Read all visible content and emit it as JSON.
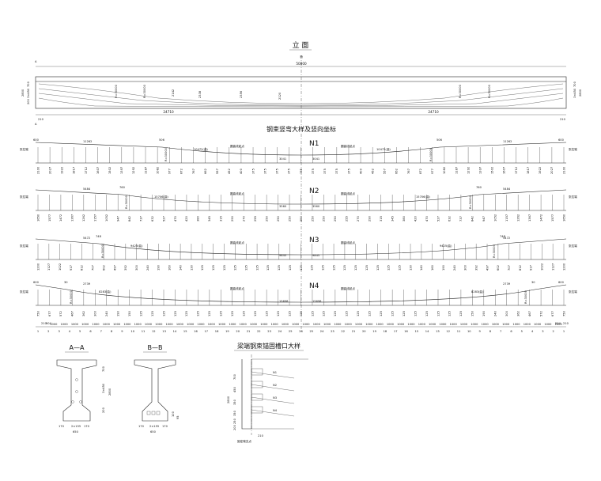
{
  "elevation": {
    "title": "立 面",
    "section_mark": "A",
    "centerline": "桥",
    "total_span": "50000",
    "half_left": "24710",
    "half_right": "24710",
    "end_left": "210",
    "end_right": "210",
    "height_left": "2800",
    "height_right": "2800",
    "left_dims": [
      "700",
      "3×450",
      "200",
      "750"
    ],
    "tendon_radii": [
      "R=30000",
      "R=30000",
      "R=30000",
      "R=30000"
    ],
    "mid_values": [
      "2142",
      "2338",
      "2356",
      "2120"
    ]
  },
  "tendons_title": "钢束竖弯大样及竖向坐标",
  "tendons": [
    {
      "name": "N1",
      "end_label": "张拉端",
      "straight_len": "11262",
      "curve_len": "10472(曲)",
      "mid_len": "3041",
      "tangent": "506",
      "radius": "R=30000",
      "y0": "600",
      "note": "圆曲线起点",
      "ordinates": [
        "2100",
        "2027",
        "1922",
        "1817",
        "1712",
        "1607",
        "1502",
        "1397",
        "1292",
        "1187",
        "1082",
        "977",
        "872",
        "767",
        "662",
        "557",
        "452",
        "400",
        "375",
        "375",
        "375",
        "375",
        "375",
        "375",
        "375",
        "375",
        "375",
        "400",
        "452",
        "557",
        "662",
        "767",
        "872",
        "977",
        "1082",
        "1187",
        "1292",
        "1397",
        "1502",
        "1607",
        "1712",
        "1817",
        "1922",
        "2027",
        "2100"
      ]
    },
    {
      "name": "N2",
      "end_label": "张拉端",
      "straight_len": "5484",
      "curve_len": "15706(曲)",
      "mid_len": "3560",
      "tangent": "760",
      "radius": "R=30000",
      "y0": "",
      "note": "圆曲线起点",
      "ordinates": [
        "1650",
        "1577",
        "1472",
        "1367",
        "1262",
        "1157",
        "1052",
        "947",
        "842",
        "737",
        "632",
        "527",
        "470",
        "420",
        "380",
        "345",
        "315",
        "290",
        "270",
        "255",
        "250",
        "250",
        "250",
        "250",
        "250",
        "250",
        "250",
        "255",
        "270",
        "290",
        "315",
        "345",
        "380",
        "420",
        "470",
        "527",
        "632",
        "737",
        "842",
        "947",
        "1052",
        "1157",
        "1262",
        "1367",
        "1472",
        "1577",
        "1650"
      ]
    },
    {
      "name": "N3",
      "end_label": "张拉端",
      "straight_len": "5472",
      "curve_len": "9425(曲)",
      "mid_len": "9845",
      "tangent": "748",
      "radius": "R=30000",
      "y0": "",
      "note": "圆曲线起点",
      "ordinates": [
        "1200",
        "1127",
        "1022",
        "917",
        "812",
        "707",
        "602",
        "497",
        "392",
        "300",
        "240",
        "190",
        "160",
        "140",
        "130",
        "125",
        "125",
        "125",
        "125",
        "125",
        "125",
        "125",
        "125",
        "125",
        "125",
        "125",
        "125",
        "125",
        "125",
        "125",
        "125",
        "125",
        "125",
        "125",
        "130",
        "140",
        "160",
        "190",
        "240",
        "300",
        "392",
        "497",
        "602",
        "707",
        "812",
        "917",
        "1022",
        "1127",
        "1200"
      ]
    },
    {
      "name": "N4",
      "end_label": "张拉端",
      "straight_len": "2739",
      "curve_len": "8283(曲)",
      "mid_len": "15698",
      "tangent": "30",
      "radius": "R=30000",
      "y0": "600",
      "note": "圆曲线起点",
      "ordinates": [
        "750",
        "677",
        "572",
        "467",
        "362",
        "300",
        "240",
        "190",
        "150",
        "125",
        "125",
        "125",
        "125",
        "125",
        "125",
        "125",
        "125",
        "125",
        "125",
        "125",
        "125",
        "125",
        "125",
        "125",
        "125",
        "125",
        "125",
        "125",
        "125",
        "125",
        "125",
        "125",
        "125",
        "125",
        "125",
        "125",
        "125",
        "125",
        "150",
        "190",
        "240",
        "300",
        "362",
        "467",
        "572",
        "677",
        "750"
      ]
    }
  ],
  "bottom_dims": {
    "end": "210",
    "first": "504",
    "step": "1000",
    "grid_numbers": [
      "1",
      "2",
      "3",
      "4",
      "5",
      "6",
      "7",
      "8",
      "9",
      "10",
      "11",
      "12",
      "13",
      "14",
      "15",
      "16",
      "17",
      "18",
      "19",
      "20",
      "21",
      "22",
      "23",
      "24",
      "25",
      "26",
      "25",
      "24",
      "23",
      "22",
      "21",
      "20",
      "19",
      "18",
      "17",
      "16",
      "15",
      "14",
      "13",
      "12",
      "11",
      "10",
      "9",
      "8",
      "7",
      "6",
      "5",
      "4",
      "3",
      "2",
      "1"
    ]
  },
  "section_aa": {
    "title": "A—A",
    "dims": [
      "170",
      "2×155",
      "170",
      "650",
      "700",
      "3×450",
      "2800",
      "200",
      "750"
    ]
  },
  "section_bb": {
    "title": "B—B",
    "dims": [
      "170",
      "2×155",
      "170",
      "650",
      "100",
      "95"
    ]
  },
  "anchor_detail": {
    "title": "梁端钢束锚固槽口大样",
    "height": "2800",
    "dims": [
      "200",
      "250",
      "350",
      "350",
      "450",
      "700"
    ],
    "tendon_labels": [
      "N1",
      "N2",
      "N3",
      "N4"
    ],
    "width_dim": "210",
    "note": "固定端支点"
  }
}
